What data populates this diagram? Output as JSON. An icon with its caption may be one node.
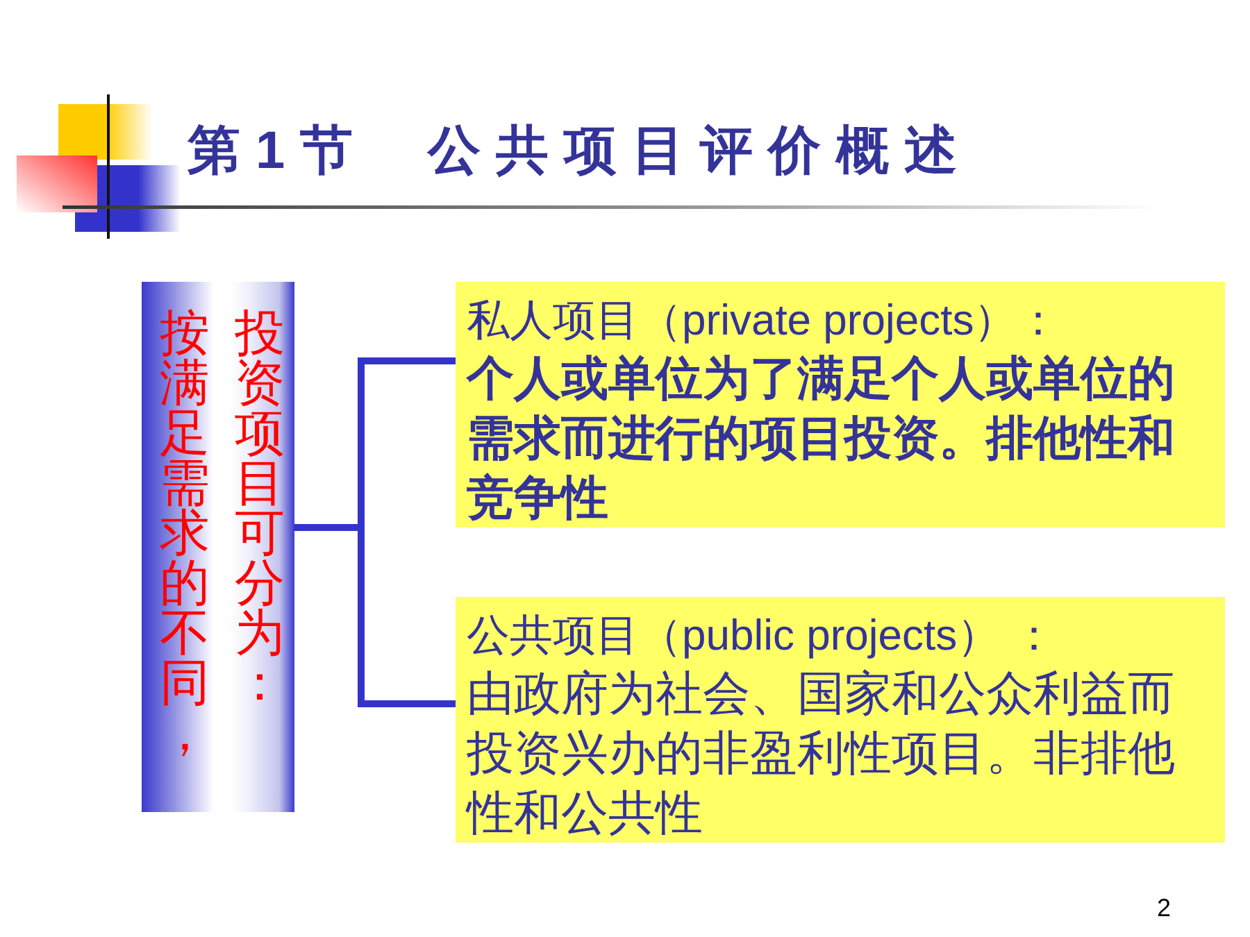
{
  "diagram": {
    "title": "第1节  公共项目评价概述",
    "nodes": [
      {
        "text": [
          "按满足需求的不同，投资项目可分为："
        ]
      },
      {
        "text": [
          "私人项目（private projects）：",
          "个人或单位为了满足个人或单位的需求而进行的项目投资。排他性和竞争性"
        ]
      },
      {
        "text": [
          "公共项目（public projects） ：",
          "由政府为社会、国家和公众利益而投资兴办的非盈利性项目。非排他性和公共性"
        ]
      }
    ],
    "edges": [
      {
        "from": 0,
        "to": 1,
        "arrow": "none"
      },
      {
        "from": 0,
        "to": 2,
        "arrow": "none"
      }
    ],
    "labels": [
      "2"
    ]
  }
}
